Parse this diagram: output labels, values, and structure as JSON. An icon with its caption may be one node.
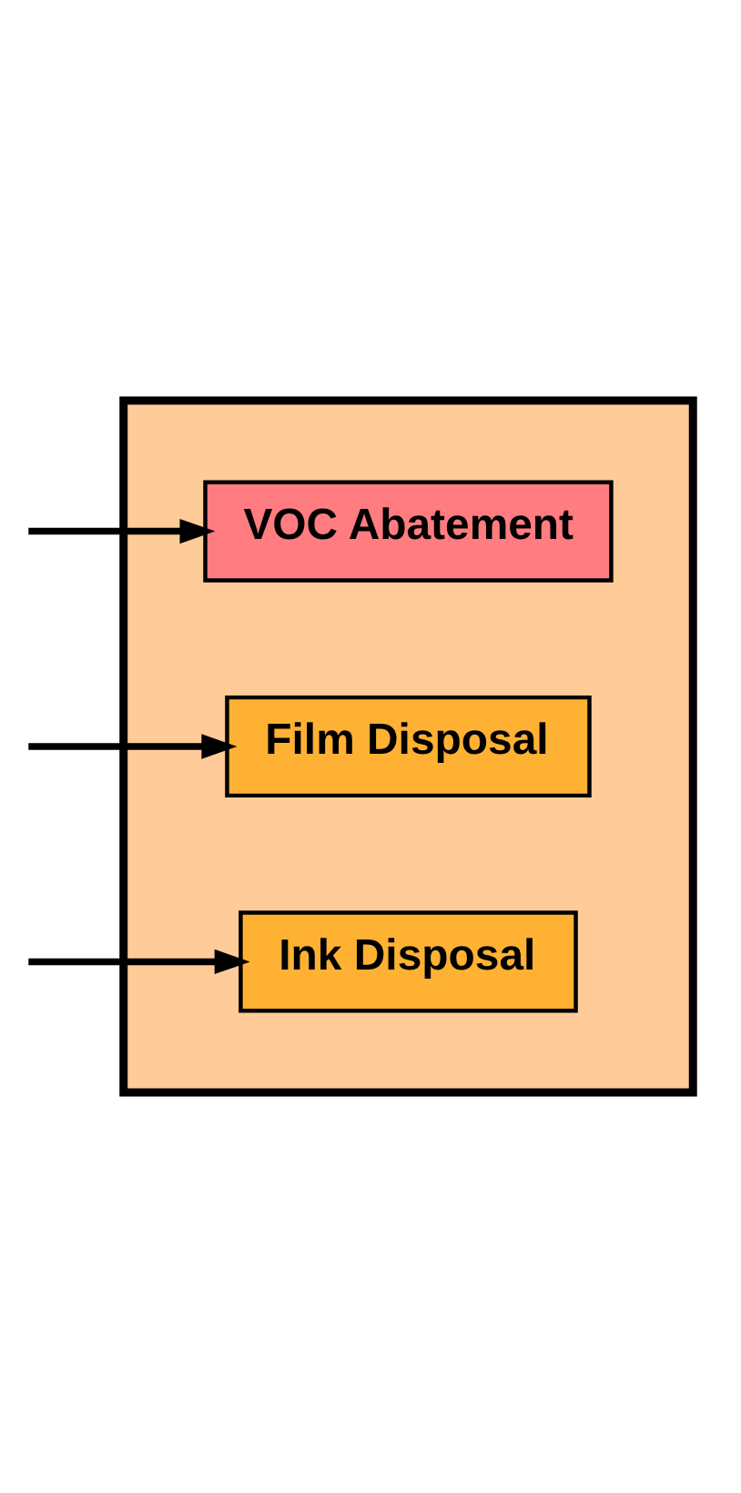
{
  "diagram": {
    "nodes": [
      {
        "text": [],
        "shape": "box"
      },
      {
        "text": [
          "VOC Abatement"
        ],
        "in": 0
      },
      {
        "text": [
          "Film Disposal"
        ],
        "in": 0
      },
      {
        "text": [
          "Ink Disposal"
        ],
        "in": 0
      }
    ],
    "edges": [
      {
        "from": null,
        "to": 1,
        "arrow": "to"
      },
      {
        "from": null,
        "to": 2,
        "arrow": "to"
      },
      {
        "from": null,
        "to": 3,
        "arrow": "to"
      }
    ]
  }
}
